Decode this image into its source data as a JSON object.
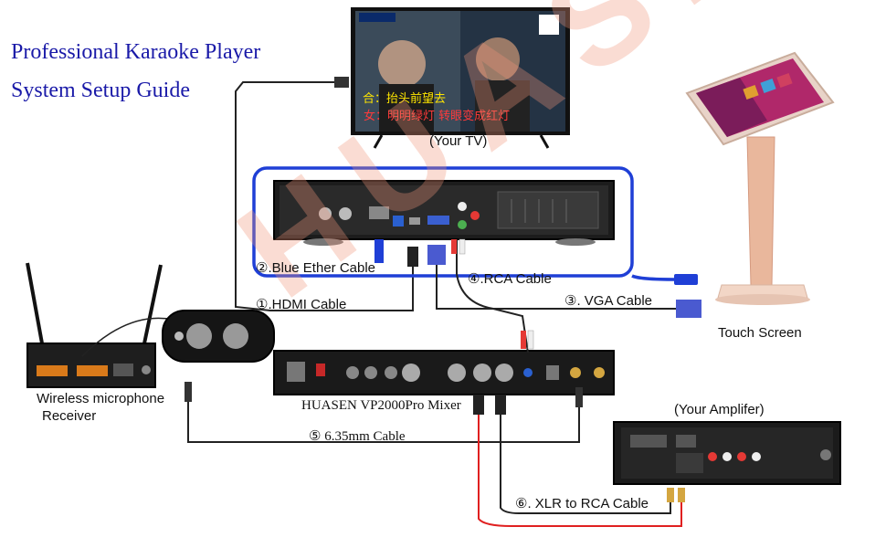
{
  "title": {
    "line1": "Professional Karaoke Player",
    "line2": "System Setup Guide"
  },
  "watermark": "HUASEN",
  "devices": {
    "tv": "(Your TV)",
    "touch_screen": "Touch Screen",
    "mic_receiver_line1": "Wireless microphone",
    "mic_receiver_line2": "Receiver",
    "mixer": "HUASEN VP2000Pro Mixer",
    "amplifier": "(Your Amplifer)"
  },
  "cables": {
    "hdmi": "①.HDMI Cable",
    "ether": "②.Blue Ether Cable",
    "vga": "③. VGA Cable",
    "rca": "④.RCA Cable",
    "jack": "⑤ 6.35mm Cable",
    "xlr": "⑥. XLR to RCA Cable"
  },
  "tv_screen": {
    "lyric_line1": "合：抬头前望去",
    "lyric_line2": "女：明明绿灯 转眼变成红灯"
  },
  "colors": {
    "title": "#1a1aa8",
    "ether_cable": "#1f3fd6",
    "xlr_cable_red": "#e02020",
    "cable_black": "#222222",
    "watermark": "#f0a080"
  }
}
